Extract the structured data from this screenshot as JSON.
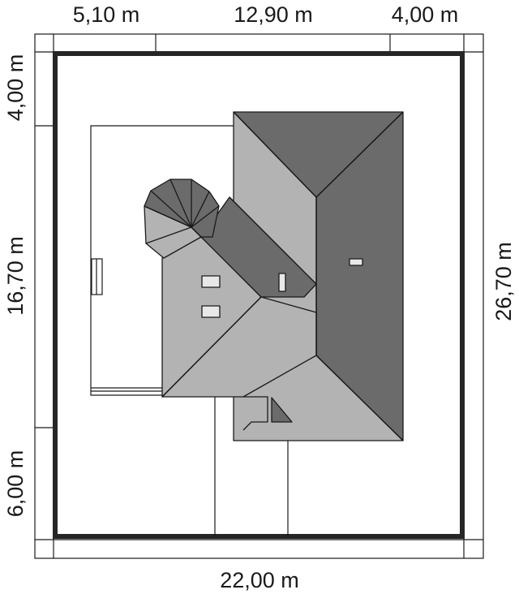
{
  "dimensions": {
    "top": [
      "5,10 m",
      "12,90 m",
      "4,00 m"
    ],
    "left": [
      "4,00 m",
      "16,70 m",
      "6,00 m"
    ],
    "right": "26,70 m",
    "bottom": "22,00 m"
  },
  "colors": {
    "roof_dark": "#6b6b6b",
    "roof_light": "#b3b3b3",
    "roof_window": "#e8e8e8",
    "plot_border": "#262626",
    "line": "#1a1a1a",
    "background": "#ffffff"
  }
}
